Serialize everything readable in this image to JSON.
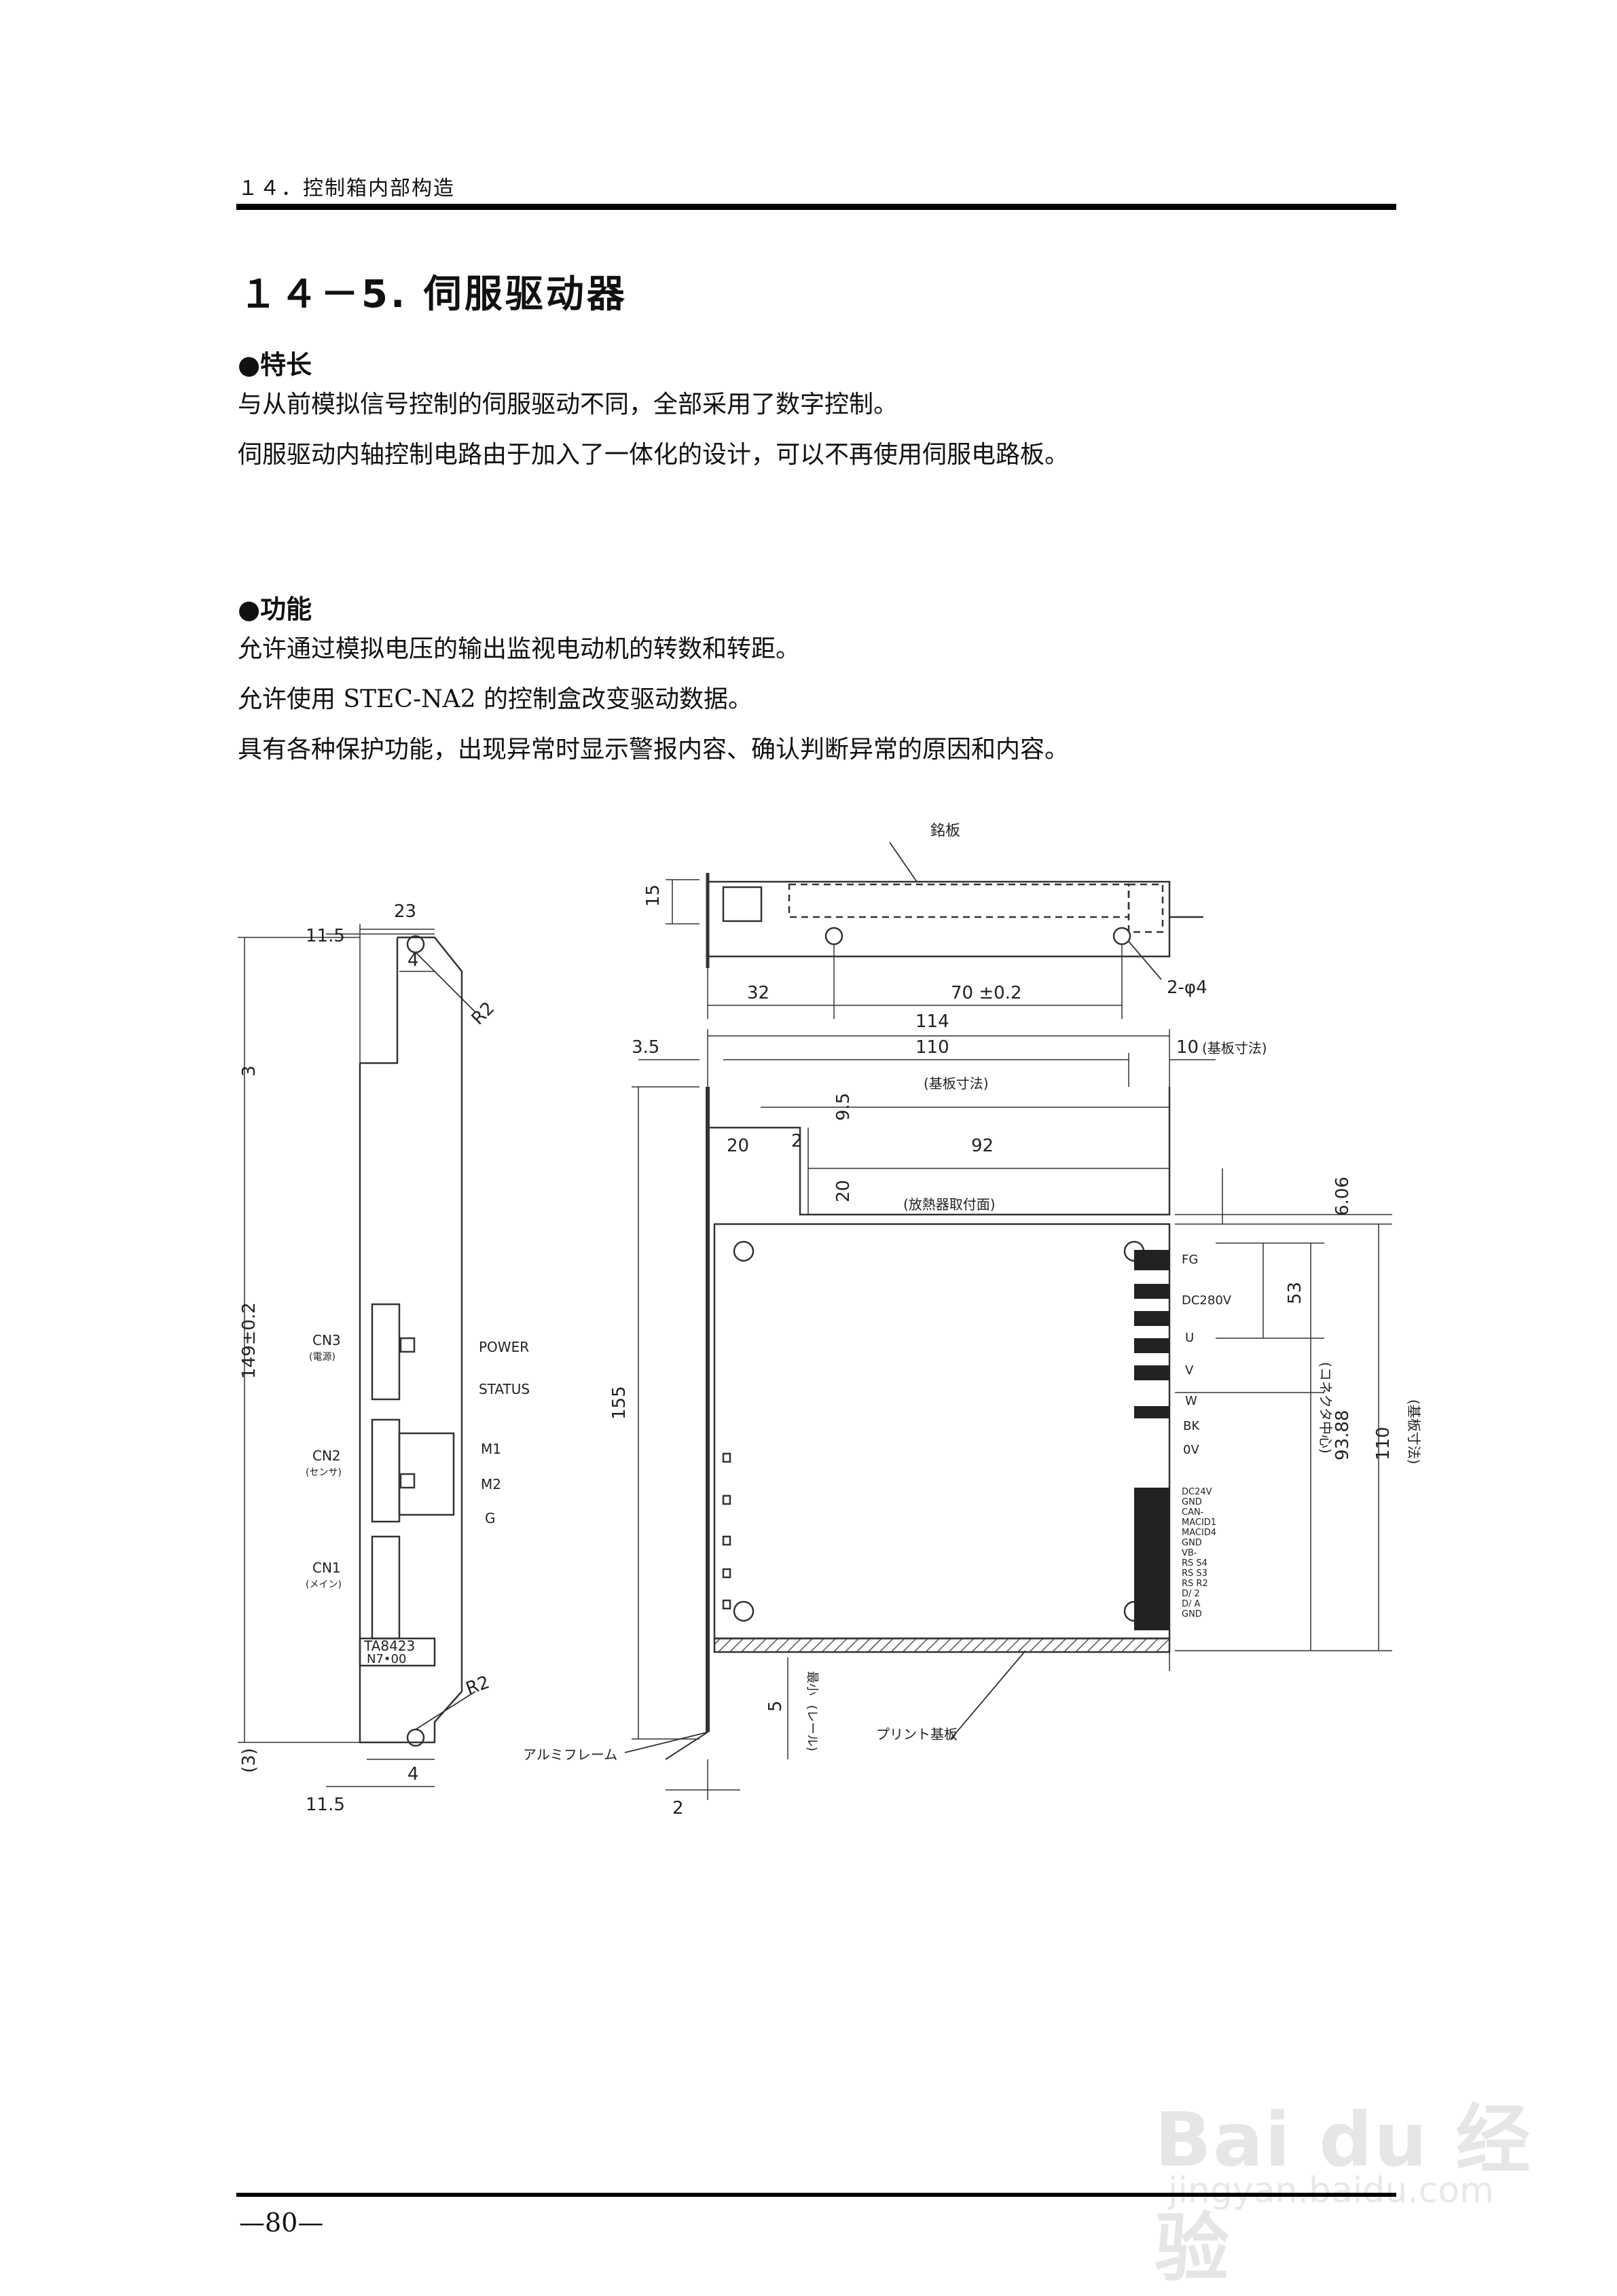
{
  "header": {
    "running_title": "１４．控制箱内部构造"
  },
  "section": {
    "title": "１４－5. 伺服驱动器"
  },
  "features": {
    "heading": "●特长",
    "lines": [
      "与从前模拟信号控制的伺服驱动不同，全部采用了数字控制。",
      "伺服驱动内轴控制电路由于加入了一体化的设计，可以不再使用伺服电路板。"
    ]
  },
  "functions": {
    "heading": "●功能",
    "lines": [
      "允许通过模拟电压的输出监视电动机的转数和转距。",
      "允许使用 STEC-NA2 的控制盒改变驱动数据。",
      "具有各种保护功能，出现异常时显示警报内容、确认判断异常的原因和内容。"
    ]
  },
  "drawing": {
    "top_view": {
      "nameplate": "銘板",
      "dim_height": "15",
      "dim_32": "32",
      "dim_70": "70 ±0.2",
      "holes": "2-φ4"
    },
    "side_view": {
      "dim_23": "23",
      "dim_11_5_top": "11.5",
      "dim_4_top": "4",
      "dim_3": "3",
      "r2_top": "R2",
      "dim_149": "149±0.2",
      "cn3": "CN3",
      "cn3_sub": "(電源)",
      "cn2": "CN2",
      "cn2_sub": "(センサ)",
      "cn1": "CN1",
      "cn1_sub": "(メイン)",
      "model": "TA8423",
      "model_sub": "N7•00",
      "r2_bottom": "R2",
      "dim_3_bottom": "(3)",
      "dim_4_bottom": "4",
      "dim_11_5_bottom": "11.5",
      "leds": [
        "POWER",
        "STATUS",
        "M1",
        "M2",
        "G"
      ]
    },
    "front_view": {
      "dim_114": "114",
      "dim_3_5": "3.5",
      "dim_110": "110",
      "dim_10": "10",
      "board_dim": "(基板寸法)",
      "board_dim_note": "(基板寸法)",
      "dim_9_5": "9.5",
      "dim_20_a": "20",
      "dim_2": "2",
      "dim_92": "92",
      "dim_20_b": "20",
      "heatsink": "(放熱器取付面)",
      "dim_155": "155",
      "dim_6_06": "6.06",
      "dim_53": "53",
      "connector_center": "(コネクタ中心)",
      "dim_93_88": "93.88",
      "dim_110_v": "110",
      "board_dim_v": "(基板寸法)",
      "dim_5": "5",
      "rail": "(レール)",
      "rail_min": "最小",
      "frame": "アルミフレーム",
      "pcb": "プリント基板",
      "dim_2_bottom": "2",
      "terminals_power": [
        "FG",
        "DC280V",
        "U",
        "V",
        "W",
        "BK",
        "0V"
      ],
      "terminals_signal": [
        "DC24V",
        "GND",
        "CAN-",
        "MACID1",
        "MACID4",
        "GND",
        "VB-",
        "RS S4",
        "RS S3",
        "RS R2",
        "D/ 2",
        "D/ A",
        "GND"
      ]
    }
  },
  "footer": {
    "page_number": "—80—"
  },
  "watermark": {
    "brand": "Bai du 经验",
    "url": "jingyan.baidu.com"
  }
}
